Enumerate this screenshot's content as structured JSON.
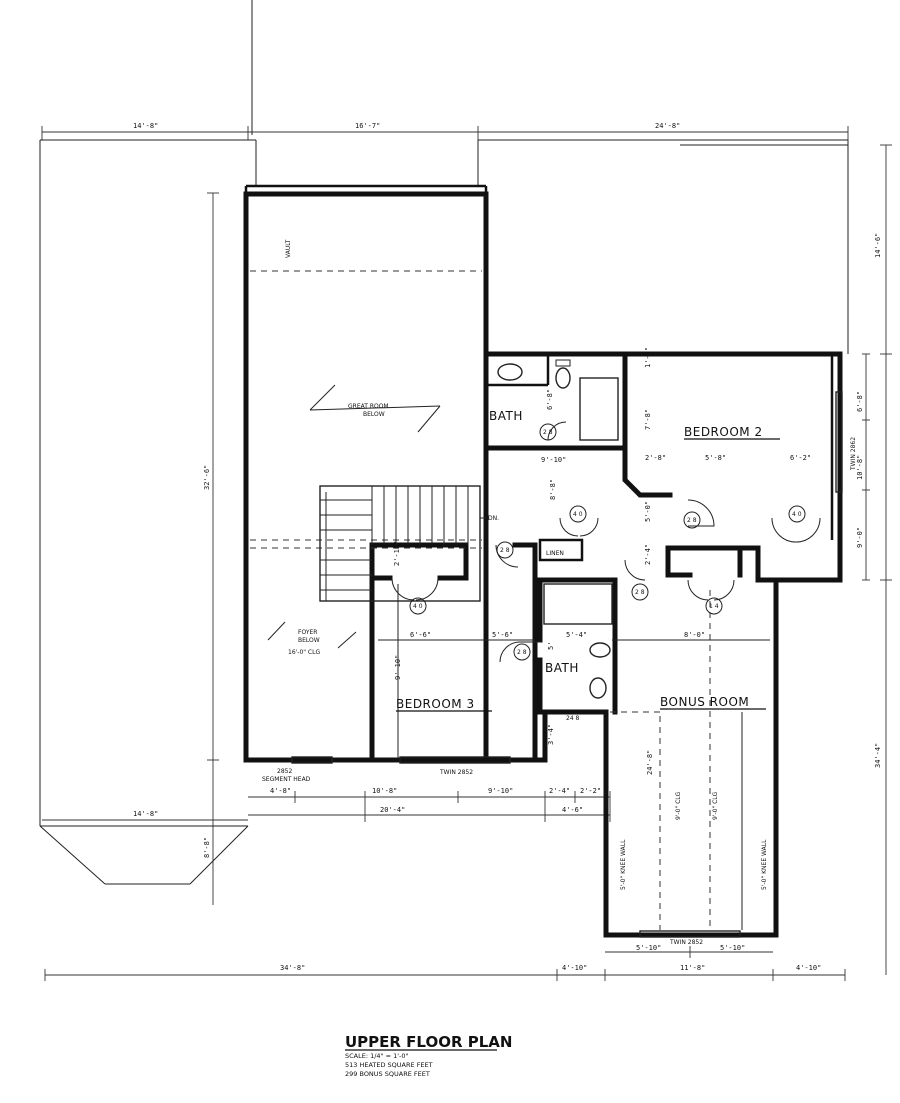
{
  "dimensions": {
    "top_left": "14'-8\"",
    "top_mid": "16'-7\"",
    "top_right": "24'-8\"",
    "right_top": "14'-6\"",
    "right_a": "6'-8\"",
    "right_b": "10'-8\"",
    "right_c": "9'-0\"",
    "right_bottom": "34'-4\"",
    "left_height": "32'-6\"",
    "left_lower": "14'-8\"",
    "left_short": "8'-8\"",
    "bottom_a": "34'-8\"",
    "bottom_b": "4'-10\"",
    "bottom_c": "11'-8\"",
    "bottom_d": "4'-10\"",
    "row1_a": "4'-8\"",
    "row1_b": "10'-8\"",
    "row1_c": "9'-10\"",
    "row1_d": "2'-4\"",
    "row1_e": "2'-2\"",
    "row2_a": "20'-4\"",
    "row2_b": "4'-6\"",
    "bonus_a": "5'-10\"",
    "bonus_b": "5'-10\"",
    "bed2_a": "2'-8\"",
    "bed2_b": "5'-8\"",
    "bed2_c": "6'-2\"",
    "bed3_a": "6'-6\"",
    "bed3_b": "5'-6\"",
    "bath2_a": "5'-4\"",
    "bonus_w": "8'-0\"",
    "bonus_h": "24'-8\"",
    "bed2_h": "7'-8\"",
    "hall_a": "9'-10\"",
    "hall_b": "8'-8\"",
    "hall_c": "5'-0\"",
    "hall_d": "2'-4\"",
    "bed3_v": "9'-10\"",
    "bath2_v": "5'",
    "bath2_h": "3'-4\"",
    "closet3": "2'-10\"",
    "top_small": "1'-4\"",
    "bath_v": "6'-8\""
  },
  "labels": {
    "vault": "VAULT",
    "great_room": "GREAT ROOM",
    "great_room_2": "BELOW",
    "foyer": "FOYER",
    "foyer_2": "BELOW",
    "foyer_clg": "16'-0\" CLG",
    "bath1": "BATH",
    "bath2": "BATH",
    "bedroom2": "BEDROOM 2",
    "bedroom3": "BEDROOM 3",
    "bonus": "BONUS ROOM",
    "linen": "LINEN",
    "dn": "DN.",
    "twin_right": "TWIN 2862",
    "twin_b3": "TWIN 2852",
    "seg_a": "2852",
    "seg_b": "SEGMENT HEAD",
    "twin_bonus": "TWIN 2852",
    "knee_left": "5'-0\" KNEE WALL",
    "knee_right": "5'-0\" KNEE WALL",
    "clg_a": "9'-0\" CLG",
    "clg_b": "9'-0\" CLG",
    "door_28_a": "2 8",
    "door_40_a": "4 0",
    "door_28_b": "2 8",
    "door_40_b": "4 0",
    "door_28_c": "2 8",
    "door_40_c": "4 0",
    "door_28_d": "2 8",
    "door_28_e": "2 8",
    "door_14": "1 4",
    "door_24": "24 8"
  },
  "title": {
    "main": "UPPER FLOOR PLAN",
    "scale": "SCALE: 1/4\" = 1'-0\"",
    "heated": "513 HEATED SQUARE FEET",
    "bonus": "299 BONUS SQUARE FEET"
  }
}
